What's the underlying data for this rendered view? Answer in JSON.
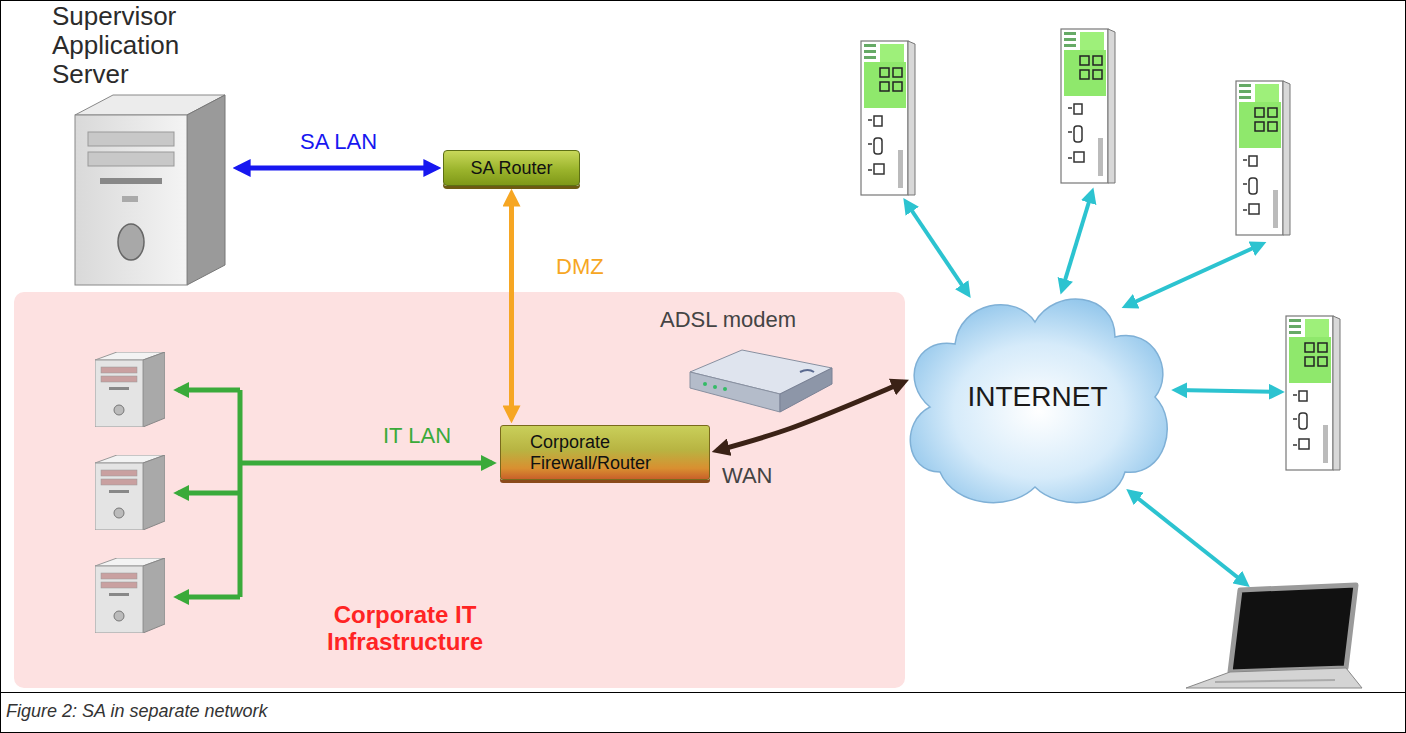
{
  "diagram": {
    "caption": "Figure 2: SA in separate network",
    "nodes": [
      {
        "text": [
          "Supervisor Application Server"
        ]
      },
      {
        "text": [
          "SA Router"
        ]
      },
      {
        "text": [
          "Corporate IT Infrastructure"
        ]
      },
      {
        "text": [
          "ADSL modem"
        ],
        "in": 2
      },
      {
        "text": [
          "Corporate Firewall/Router"
        ],
        "in": 2
      },
      {
        "text": [
          "INTERNET"
        ]
      }
    ],
    "edges": [
      {
        "from": 0,
        "to": 1,
        "label": "SA LAN",
        "arrow": "both"
      },
      {
        "from": 1,
        "to": 4,
        "label": "DMZ",
        "arrow": "both"
      },
      {
        "from": 4,
        "to": 5,
        "label": "WAN",
        "arrow": "both"
      }
    ],
    "labels": [
      "IT LAN"
    ]
  }
}
